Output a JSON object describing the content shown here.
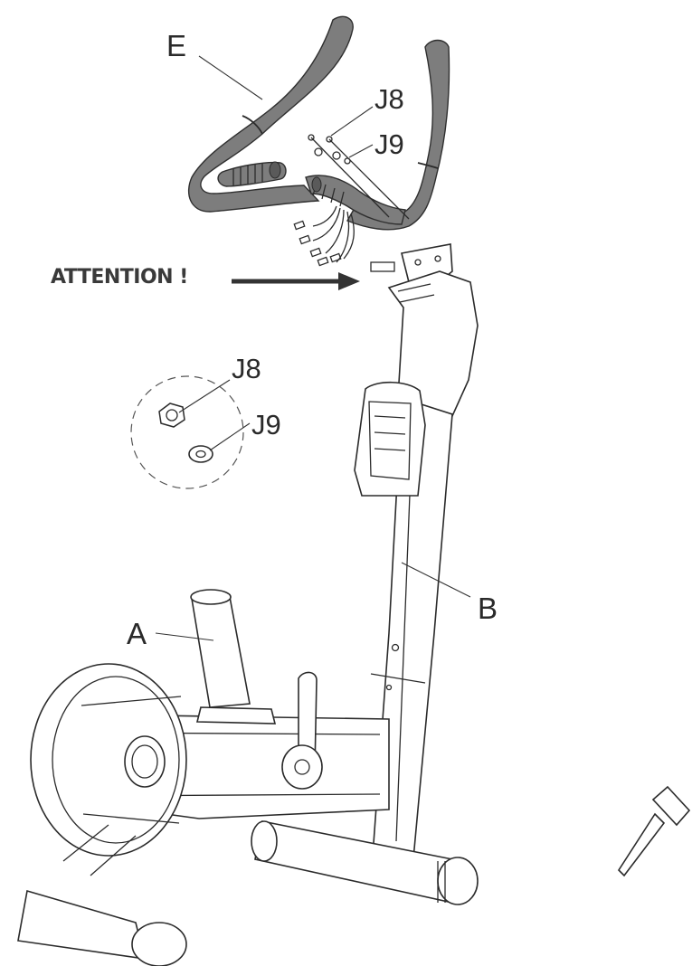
{
  "labels": {
    "handlebar": "E",
    "mast": "B",
    "seat_post": "A",
    "nut_top": "J8",
    "washer_top": "J9",
    "nut_detail": "J8",
    "washer_detail": "J9"
  },
  "attention": "ATTENTION !",
  "colors": {
    "handlebar_grip": "#7d7d7d",
    "line": "#2b2b2b"
  },
  "icons": {
    "arrow": "arrow-right-icon",
    "tool": "allen-key-icon"
  }
}
